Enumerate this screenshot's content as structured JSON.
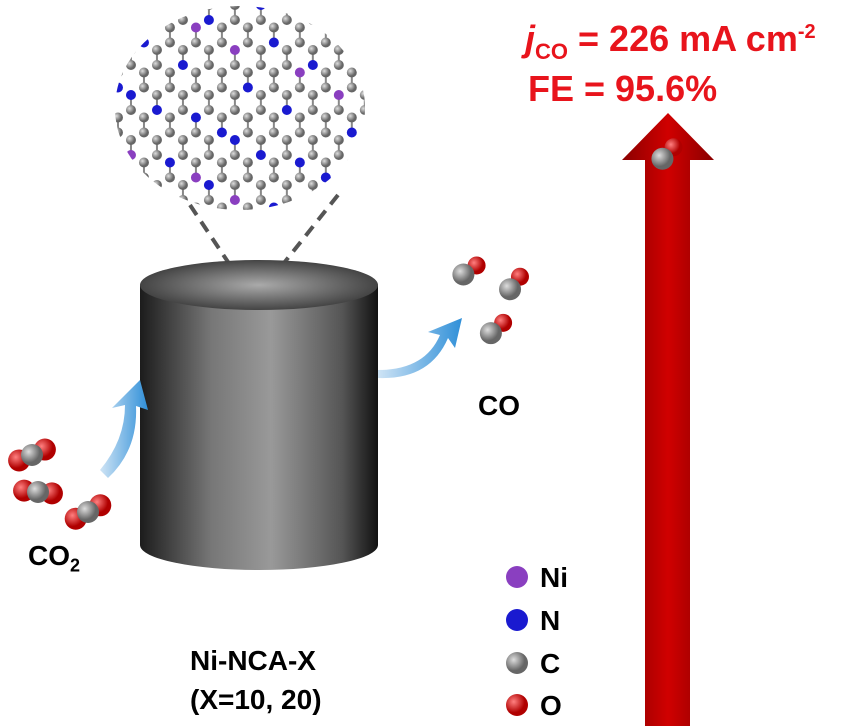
{
  "metrics": {
    "j_symbol": "j",
    "j_subscript": "CO",
    "j_value": "= 226 mA cm",
    "j_exponent": "-2",
    "fe": "FE = 95.6%"
  },
  "labels": {
    "reactant": "CO",
    "reactant_subscript": "2",
    "product": "CO",
    "catalyst_name": "Ni-NCA-X",
    "catalyst_variants": "(X=10, 20)"
  },
  "legend": [
    {
      "label": "Ni",
      "color": "#8a3fc0"
    },
    {
      "label": "N",
      "color": "#1a1ad0"
    },
    {
      "label": "C",
      "color": "#8a8a8a"
    },
    {
      "label": "O",
      "color": "#e01010"
    }
  ],
  "colors": {
    "accent": "#e8141c",
    "arrow": "#c00000",
    "flow": "#4a9ad8"
  }
}
